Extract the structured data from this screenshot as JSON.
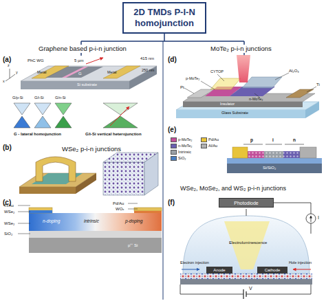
{
  "diagram": {
    "nodes": [
      {
        "text": [
          "2D TMDs P-I-N homojunction"
        ]
      },
      {
        "text": [
          "Photodiode"
        ]
      },
      {
        "text": [
          "Anode"
        ]
      },
      {
        "text": [
          "Cathode"
        ]
      }
    ],
    "labels": [
      "(a)",
      "Graphene based p-i-n junction",
      "PhC WG",
      "415 nm",
      "250 nm",
      "5 µm",
      "Metal",
      "Metal",
      "G",
      "Si substrate",
      "z",
      "y",
      "x",
      "G/p-Si",
      "G/i-Si",
      "G/n-Si",
      "G - lateral homojunction",
      "G/i-Si vertical heterojunction",
      "(b)",
      "WSe₂ p-i-n junctions",
      "(c)",
      "Ti/Au",
      "WSe₂",
      "WSe₂",
      "SiO₂",
      "n-doping",
      "intrinsic",
      "p-doping",
      "Pd/Au",
      "WOₓ",
      "p⁺⁺ Si",
      "MoTe₂ p-i-n junctions",
      "(d)",
      "Pt",
      "Ti",
      "Al₂O₃",
      "CYTOP",
      "p-MoTe₂",
      "n-MoTe₂",
      "Insulator",
      "Glass Substrate",
      "(e)",
      "p",
      "i",
      "n",
      "Si/SiO₂",
      "WSe₂, MoSe₂, and WS₂ p-i-n junctions",
      "(f)",
      "I",
      "Electroluminescence",
      "Electron injection",
      "Hole injection",
      "V"
    ],
    "legend": [
      {
        "text": "p-MoTe₂",
        "color": "#c2509a"
      },
      {
        "text": "n-MoTe₂",
        "color": "#6a5fb0"
      },
      {
        "text": "Intrinsic",
        "color": "#9aa0a6"
      },
      {
        "text": "SiO₂",
        "color": "#4a7fc1"
      },
      {
        "text": "Pd/Au",
        "color": "#e8c43a"
      },
      {
        "text": "Al/Au",
        "color": "#b0b0b0"
      }
    ]
  }
}
